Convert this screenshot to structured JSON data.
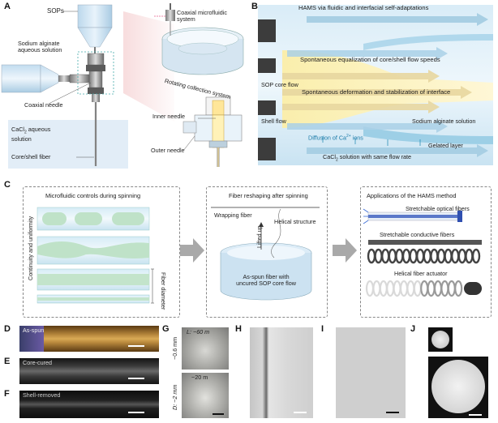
{
  "panelA": {
    "label": "A",
    "sops": "SOPs",
    "coaxial_system": "Coaxial microfluidic system",
    "sodium_alginate": "Sodium alginate aqueous solution",
    "coaxial_needle": "Coaxial needle",
    "rotating": "Rotating collection system",
    "inner_needle": "Inner needle",
    "outer_needle": "Outer needle",
    "cacl2_a": "CaCl",
    "cacl2_sub": "2",
    "cacl2_b": " aqueous",
    "cacl2_c": "solution",
    "core_shell": "Core/shell fiber"
  },
  "panelB": {
    "label": "B",
    "title": "HAMS via fluidic and interfacial self-adaptations",
    "equalization": "Spontaneous equalization of core/shell flow speeds",
    "sop_core": "SOP core flow",
    "deformation": "Spontaneous deformation and stabilization of interface",
    "shell_flow": "Shell flow",
    "sodium_alginate": "Sodium alginate solution",
    "diffusion_a": "Diffusion of Ca",
    "diffusion_sup": "2+",
    "diffusion_b": " ions",
    "gelated": "Gelated layer",
    "cacl2_a": "CaCl",
    "cacl2_sub": "2",
    "cacl2_b": " solution with same flow rate"
  },
  "panelC": {
    "label": "C",
    "box1_title": "Microfluidic controls during spinning",
    "continuity": "Continuity and uniformity",
    "fiber_diameter": "Fiber diameter",
    "box2_title": "Fiber reshaping after spinning",
    "wrapping": "Wrapping fiber",
    "helical": "Helical structure",
    "lifted": "Lifted up",
    "asspun_a": "As-spun fiber with",
    "asspun_b": "uncured SOP core flow",
    "box3_title": "Applications of the HAMS method",
    "optical": "Stretchable optical fibers",
    "conductive": "Stretchable conductive fibers",
    "actuator": "Helical fiber actuator"
  },
  "panelD": {
    "label": "D",
    "text": "As-spun"
  },
  "panelE": {
    "label": "E",
    "text": "Core-cured"
  },
  "panelF": {
    "label": "F",
    "text": "Shell-removed"
  },
  "panelG": {
    "label": "G",
    "L": "L: ~60 m",
    "L2": "~20 m",
    "d1": "~0.6 mm",
    "d2": "D: ~2 mm"
  },
  "panelH": {
    "label": "H"
  },
  "panelI": {
    "label": "I"
  },
  "panelJ": {
    "label": "J"
  }
}
